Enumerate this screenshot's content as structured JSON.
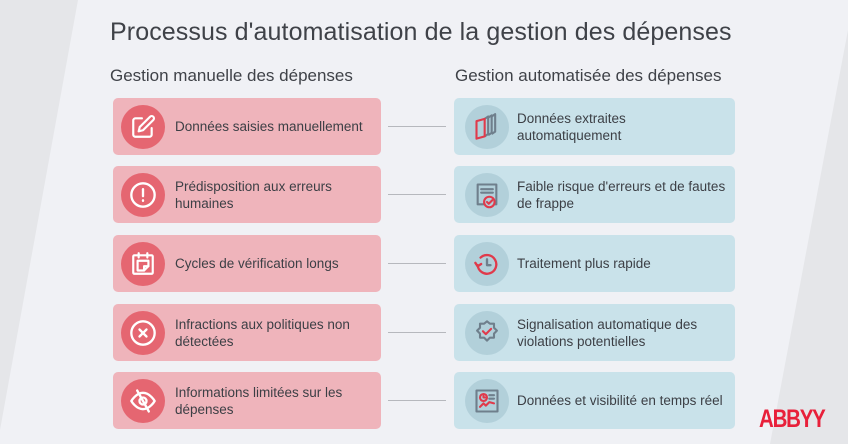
{
  "title": "Processus d'automatisation de la gestion des dépenses",
  "columns": {
    "manual": {
      "heading": "Gestion manuelle des dépenses",
      "color": "#efb4bb",
      "icon_color": "#e56671",
      "items": [
        {
          "icon": "edit-icon",
          "label": "Données saisies manuellement"
        },
        {
          "icon": "alert-icon",
          "label": "Prédisposition aux erreurs humaines"
        },
        {
          "icon": "calendar-icon",
          "label": "Cycles de vérification longs"
        },
        {
          "icon": "x-circle-icon",
          "label": "Infractions aux politiques non détectées"
        },
        {
          "icon": "eye-off-icon",
          "label": "Informations limitées sur les dépenses"
        }
      ]
    },
    "automated": {
      "heading": "Gestion automatisée des dépenses",
      "color": "#c9e2ea",
      "icon_color": "#b2d0da",
      "items": [
        {
          "icon": "documents-stack-icon",
          "label": "Données extraites automatiquement"
        },
        {
          "icon": "document-check-icon",
          "label": "Faible risque d'erreurs et de fautes de frappe"
        },
        {
          "icon": "clock-history-icon",
          "label": "Traitement plus rapide"
        },
        {
          "icon": "badge-check-icon",
          "label": "Signalisation automatique des violations potentielles"
        },
        {
          "icon": "dashboard-chart-icon",
          "label": "Données et visibilité en temps réel"
        }
      ]
    }
  },
  "logo": "ABBYY",
  "colors": {
    "accent_red": "#e8203a",
    "background": "#f0f1f5",
    "text": "#3f4248"
  }
}
